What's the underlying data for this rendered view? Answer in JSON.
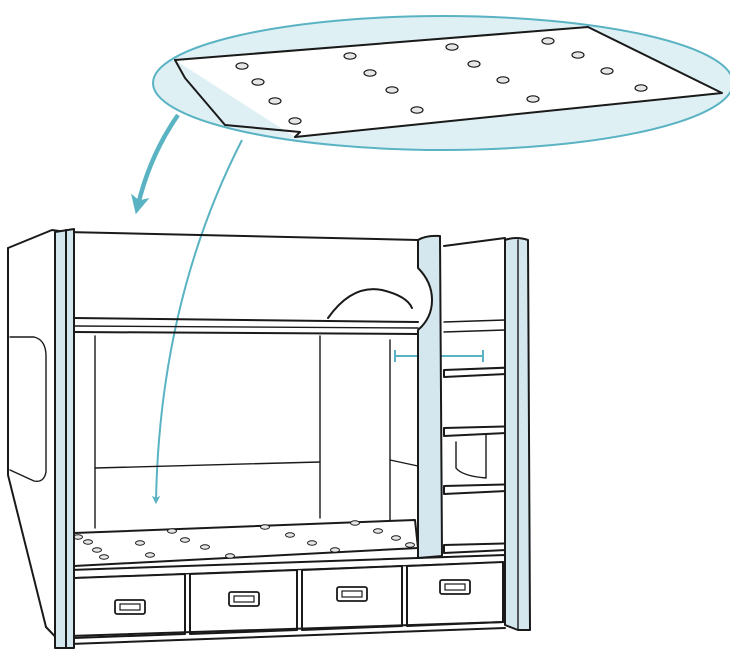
{
  "illustration": {
    "subject": "bunk-bed-with-drawers-and-ladder",
    "colors": {
      "line": "#1a1a1a",
      "accent": "#5ab3c3",
      "panel_fill": "#d4e7ef",
      "lens_fill": "#dff0f5",
      "hole_fill": "#e6e6e6",
      "background": "#ffffff"
    },
    "icons": {
      "curved_arrow_left": "arrow-down-icon",
      "curved_arrow_long": "arrow-down-icon",
      "drawer_handle": "handle-icon"
    },
    "drawer_count": 4,
    "ladder_rung_count": 4
  }
}
